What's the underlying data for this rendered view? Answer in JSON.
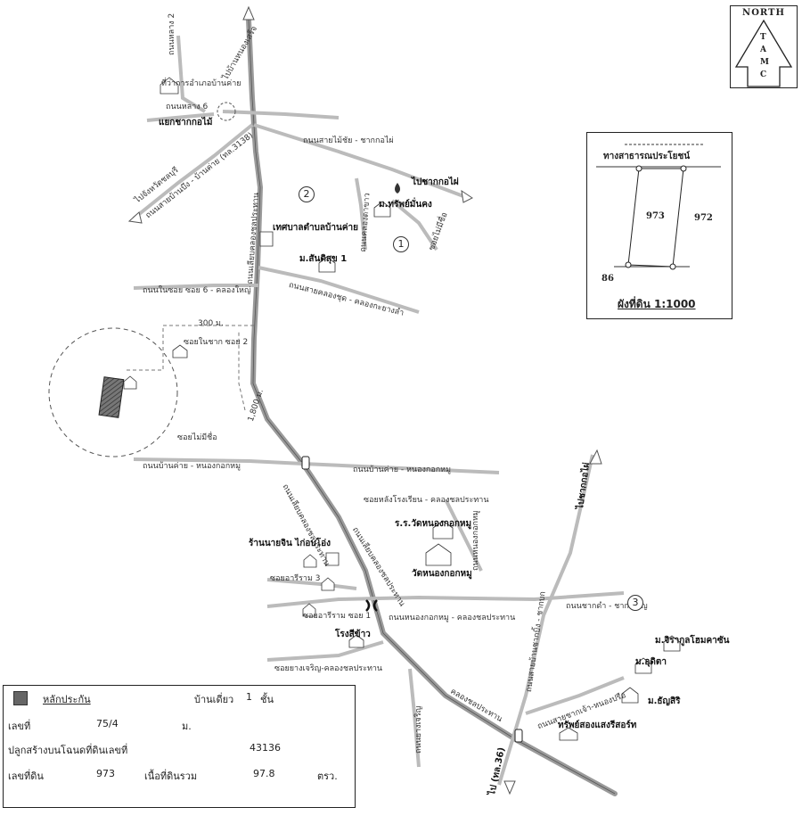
{
  "north": {
    "title": "NORTH",
    "letters": [
      "T",
      "A",
      "M",
      "C"
    ]
  },
  "inset": {
    "road": "ทางสาธารณประโยชน์",
    "parcel": "973",
    "neighbor": "972",
    "corner": "86",
    "caption": "ผังที่ดิน 1:1000"
  },
  "labels": {
    "to_nong_khaem": "ไปบ้านหนองเสร็จ",
    "road_top_left": "ถนนหลาง 2",
    "mini_office": "ที่ว่าการอำเภอบ้านค่าย",
    "road_soi6": "ถนนหลาง 6",
    "junction_krok_yai": "แยกชากกอไม้",
    "road_ban_khai_3138": "ถนนสายบ้านบึง - บ้านค่าย (ทล.3138)",
    "to_chonburi": "ไปจังหวัดชลบุรี",
    "road_sai_kai": "ถนนสายไม้ชัย - ชากกอไผ่",
    "to_chak_krok_phai": "ไปชากกอไผ่",
    "circle_2": "2",
    "circle_1": "1",
    "moo_sapsombun": "ม.ทรัพย์มั่นคง",
    "municipality": "เทศบาลตำบลบ้านค่าย",
    "road_khlong_prathan": "ถนนเลียบคลองชลประทาน",
    "moo_santisuk": "ม.สันติสุข 1",
    "road_nai_klong": "ถนนคลองตาขาว",
    "road_soi_nai": "ซอยไม่มีชื่อ",
    "road_nai_sai_sok6": "ถนนในซอย ซอย 6 - คลองใหญ่",
    "road_sai_klong_choot": "ถนนสายคลองชุด - คลองกะยางลำ",
    "dist_300": "300 ม.",
    "soi_nai_krok": "ซอยในชาก ซอย 2",
    "dist_1800": "1,800 ม.",
    "soi_no_name": "ซอยไม่มีชื่อ",
    "road_ban_khai_nong": "ถนนบ้านค่าย - หนองกอกหมู",
    "road_ban_khai_nong2": "ถนนบ้านค่าย - หนองกอกหมู",
    "soi_lang_rongrian": "ซอยหลังโรงเรียน - คลองชลประทาน",
    "school": "ร.ร.วัดหนองกอกหมู",
    "road_khlong_prathan2": "ถนนเลียบคลองชลประทาน",
    "road_nong_krok": "ถนนหนองกอกหมู",
    "wat": "วัดหนองกอกหมู",
    "shop": "ร้านนายจิน ไก่อบโอ่ง",
    "soi_ramphu": "ซอยอารีราม 3",
    "soi_ramphu2": "ซอยอารีราม ซอย 1",
    "road_nong_krok_khlong": "ถนนหนองกอกหมู - คลองชลประทาน",
    "rice_mill": "โรงสีข้าว",
    "soi_yang_charoen": "ซอยยางเจริญ-คลองชลประทาน",
    "road_sai_ban_chang": "ถนนสายบ้านชากบิ้ง - ชากบก",
    "to_krok_yai": "ไปชากกอไผ่",
    "road_chak_dom": "ถนนชากดำ - ชากเจริญ",
    "circle_3": "3",
    "moo_jirakom": "ม.จิรากูลโฮมคาซัน",
    "moo_onu": "ม.อุดิตา",
    "moo_thanyasiri": "ม.ธัญสิริ",
    "road_sai_chom_ban": "ถนนสายชากเจ้า-หนองปรือ",
    "resort": "ทรัพย์สองแสงรีสอร์ท",
    "road_khlong_ubon": "คลองชลประทาน",
    "road_nong_yang": "ถนนยางเจริญ",
    "to_rayong_36": "ไป (ทล.36)",
    "road_khlong_prathan3": "ถนนเลียบคลองชลประทาน"
  },
  "legend": {
    "swatch_label": "หลักประกัน",
    "house_type": "บ้านเดี่ยว",
    "floors": "1",
    "floors_unit": "ชั้น",
    "house_no_label": "เลขที่",
    "house_no": "75/4",
    "moo_label": "ม.",
    "deed_label": "ปลูกสร้างบนโฉนดที่ดินเลขที่",
    "deed_no": "43136",
    "parcel_label": "เลขที่ดิน",
    "parcel_no": "973",
    "area_label": "เนื้อที่ดินรวม",
    "area": "97.8",
    "area_unit": "ตรว.",
    "swatch_color": "#666666"
  }
}
